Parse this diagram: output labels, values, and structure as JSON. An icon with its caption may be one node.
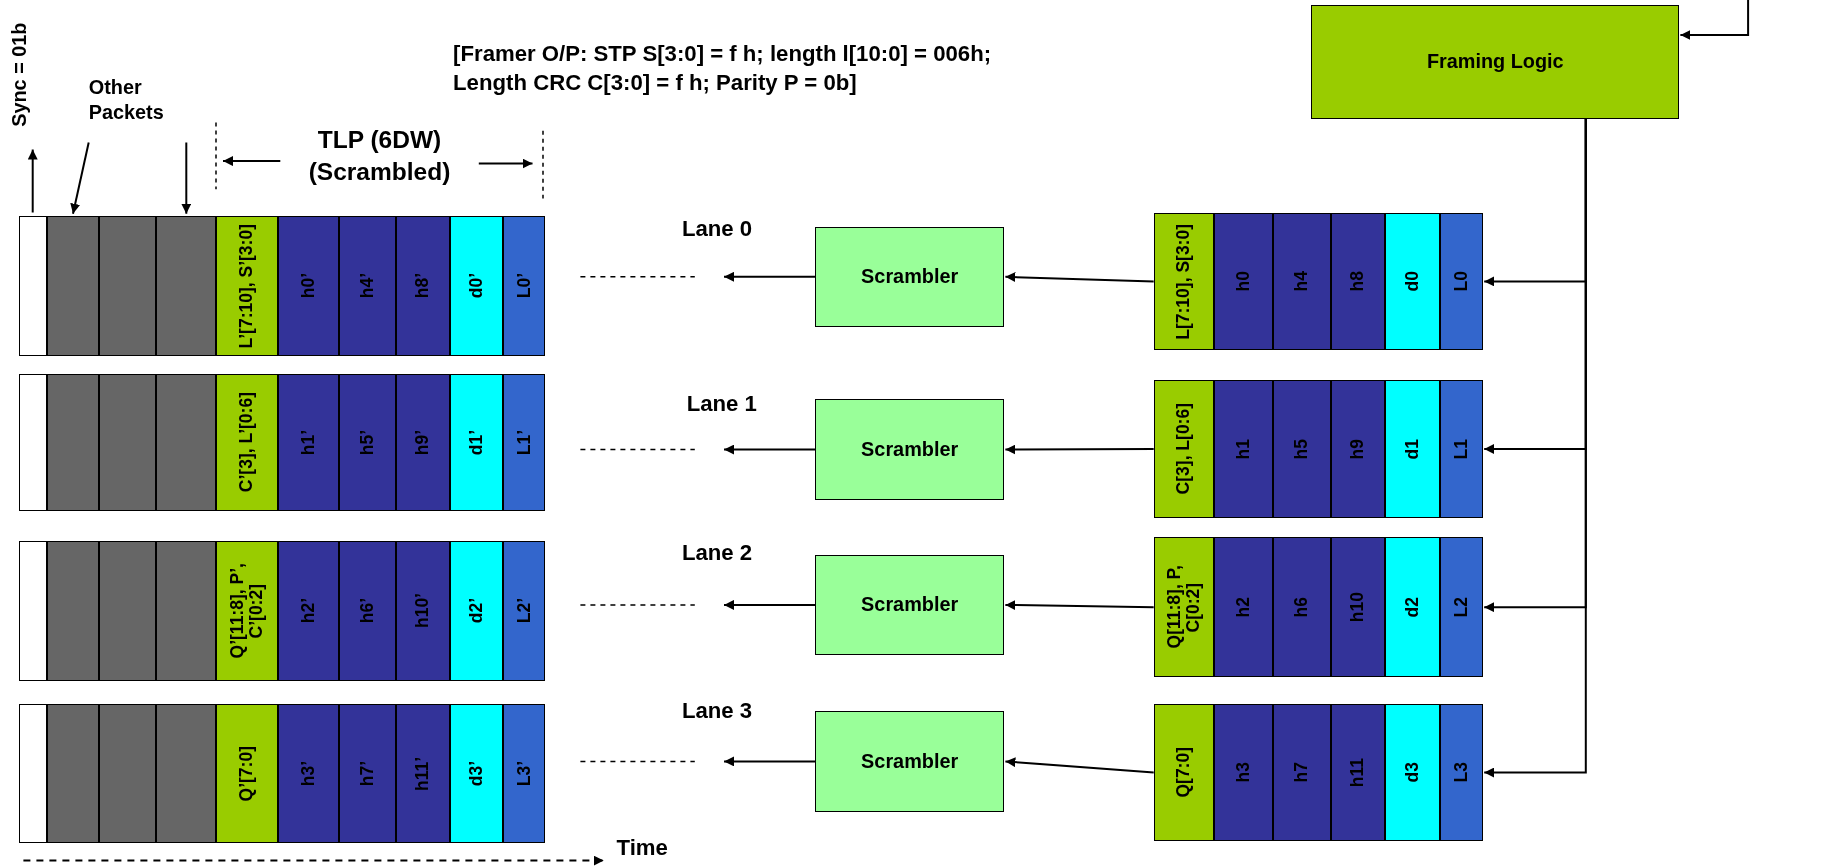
{
  "diagram": {
    "nodes": [
      {
        "text": [
          "Sync = 01b"
        ]
      },
      {
        "text": [
          "Other Packets"
        ]
      },
      {
        "text": [
          "Framing Logic"
        ]
      },
      {
        "text": [],
        "shape": "box"
      },
      {
        "text": [],
        "shape": "box"
      },
      {
        "text": [],
        "shape": "box"
      },
      {
        "text": [],
        "shape": "box"
      },
      {
        "text": [
          "L’[7:10], S’[3:0]"
        ]
      },
      {
        "text": [
          "h0’"
        ]
      },
      {
        "text": [
          "h4’"
        ]
      },
      {
        "text": [
          "h8’"
        ]
      },
      {
        "text": [
          "d0’"
        ]
      },
      {
        "text": [
          "L0’"
        ]
      },
      {
        "text": [
          "Scrambler"
        ]
      },
      {
        "text": [
          "L[7:10], S[3:0]"
        ]
      },
      {
        "text": [
          "h0"
        ]
      },
      {
        "text": [
          "h4"
        ]
      },
      {
        "text": [
          "h8"
        ]
      },
      {
        "text": [
          "d0"
        ]
      },
      {
        "text": [
          "L0"
        ]
      },
      {
        "text": [],
        "shape": "box"
      },
      {
        "text": [],
        "shape": "box"
      },
      {
        "text": [],
        "shape": "box"
      },
      {
        "text": [],
        "shape": "box"
      },
      {
        "text": [
          "C’[3], L’[0:6]"
        ]
      },
      {
        "text": [
          "h1’"
        ]
      },
      {
        "text": [
          "h5’"
        ]
      },
      {
        "text": [
          "h9’"
        ]
      },
      {
        "text": [
          "d1’"
        ]
      },
      {
        "text": [
          "L1’"
        ]
      },
      {
        "text": [
          "Scrambler"
        ]
      },
      {
        "text": [
          "C[3], L[0:6]"
        ]
      },
      {
        "text": [
          "h1"
        ]
      },
      {
        "text": [
          "h5"
        ]
      },
      {
        "text": [
          "h9"
        ]
      },
      {
        "text": [
          "d1"
        ]
      },
      {
        "text": [
          "L1"
        ]
      },
      {
        "text": [],
        "shape": "box"
      },
      {
        "text": [],
        "shape": "box"
      },
      {
        "text": [],
        "shape": "box"
      },
      {
        "text": [],
        "shape": "box"
      },
      {
        "text": [
          "Q’[11:8], P’, C’[0:2]"
        ]
      },
      {
        "text": [
          "h2’"
        ]
      },
      {
        "text": [
          "h6’"
        ]
      },
      {
        "text": [
          "h10’"
        ]
      },
      {
        "text": [
          "d2’"
        ]
      },
      {
        "text": [
          "L2’"
        ]
      },
      {
        "text": [
          "Scrambler"
        ]
      },
      {
        "text": [
          "Q[11:8], P, C[0:2]"
        ]
      },
      {
        "text": [
          "h2"
        ]
      },
      {
        "text": [
          "h6"
        ]
      },
      {
        "text": [
          "h10"
        ]
      },
      {
        "text": [
          "d2"
        ]
      },
      {
        "text": [
          "L2"
        ]
      },
      {
        "text": [],
        "shape": "box"
      },
      {
        "text": [],
        "shape": "box"
      },
      {
        "text": [],
        "shape": "box"
      },
      {
        "text": [],
        "shape": "box"
      },
      {
        "text": [
          "Q’[7:0]"
        ]
      },
      {
        "text": [
          "h3’"
        ]
      },
      {
        "text": [
          "h7’"
        ]
      },
      {
        "text": [
          "h11’"
        ]
      },
      {
        "text": [
          "d3’"
        ]
      },
      {
        "text": [
          "L3’"
        ]
      },
      {
        "text": [
          "Scrambler"
        ]
      },
      {
        "text": [
          "Q[7:0]"
        ]
      },
      {
        "text": [
          "h3"
        ]
      },
      {
        "text": [
          "h7"
        ]
      },
      {
        "text": [
          "h11"
        ]
      },
      {
        "text": [
          "d3"
        ]
      },
      {
        "text": [
          "L3"
        ]
      }
    ],
    "edges": [
      {
        "from": 3,
        "to": 0,
        "arrow": "to"
      },
      {
        "from": 1,
        "to": 4,
        "arrow": "to"
      },
      {
        "from": 1,
        "to": 6,
        "arrow": "to"
      },
      {
        "from": null,
        "to": 2,
        "arrow": "to"
      },
      {
        "from": 2,
        "to": 19,
        "arrow": "to"
      },
      {
        "from": 2,
        "to": 36,
        "arrow": "to"
      },
      {
        "from": 2,
        "to": 53,
        "arrow": "to"
      },
      {
        "from": 2,
        "to": 70,
        "arrow": "to"
      },
      {
        "from": 14,
        "to": 13,
        "arrow": "to"
      },
      {
        "from": 13,
        "to": null,
        "arrow": "to"
      },
      {
        "from": 31,
        "to": 30,
        "arrow": "to"
      },
      {
        "from": 30,
        "to": null,
        "arrow": "to"
      },
      {
        "from": 48,
        "to": 47,
        "arrow": "to"
      },
      {
        "from": 47,
        "to": null,
        "arrow": "to"
      },
      {
        "from": 65,
        "to": 64,
        "arrow": "to"
      },
      {
        "from": 64,
        "to": null,
        "arrow": "to"
      }
    ],
    "labels": [
      "[Framer O/P: STP S[3:0] = f h; length l[10:0] = 006h; Length CRC C[3:0] = f h; Parity P = 0b]",
      "TLP (6DW) (Scrambled)",
      "Lane 0",
      "Lane 1",
      "Lane 2",
      "Lane 3",
      "Time"
    ]
  }
}
